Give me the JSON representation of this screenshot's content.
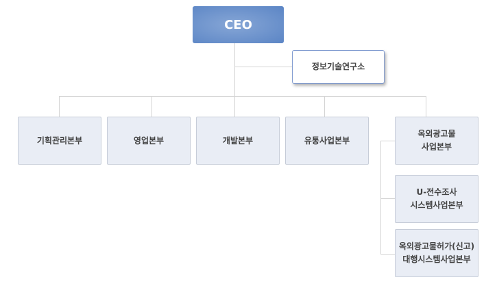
{
  "ceo": "CEO",
  "research_lab": "정보기술연구소",
  "departments": [
    "기획관리본부",
    "영업본부",
    "개발본부",
    "유통사업본부",
    "옥외광고물\n사업본부"
  ],
  "sub_departments": [
    "U-전수조사\n시스템사업본부",
    "옥외광고물허가(신고)\n대행시스템사업본부"
  ]
}
